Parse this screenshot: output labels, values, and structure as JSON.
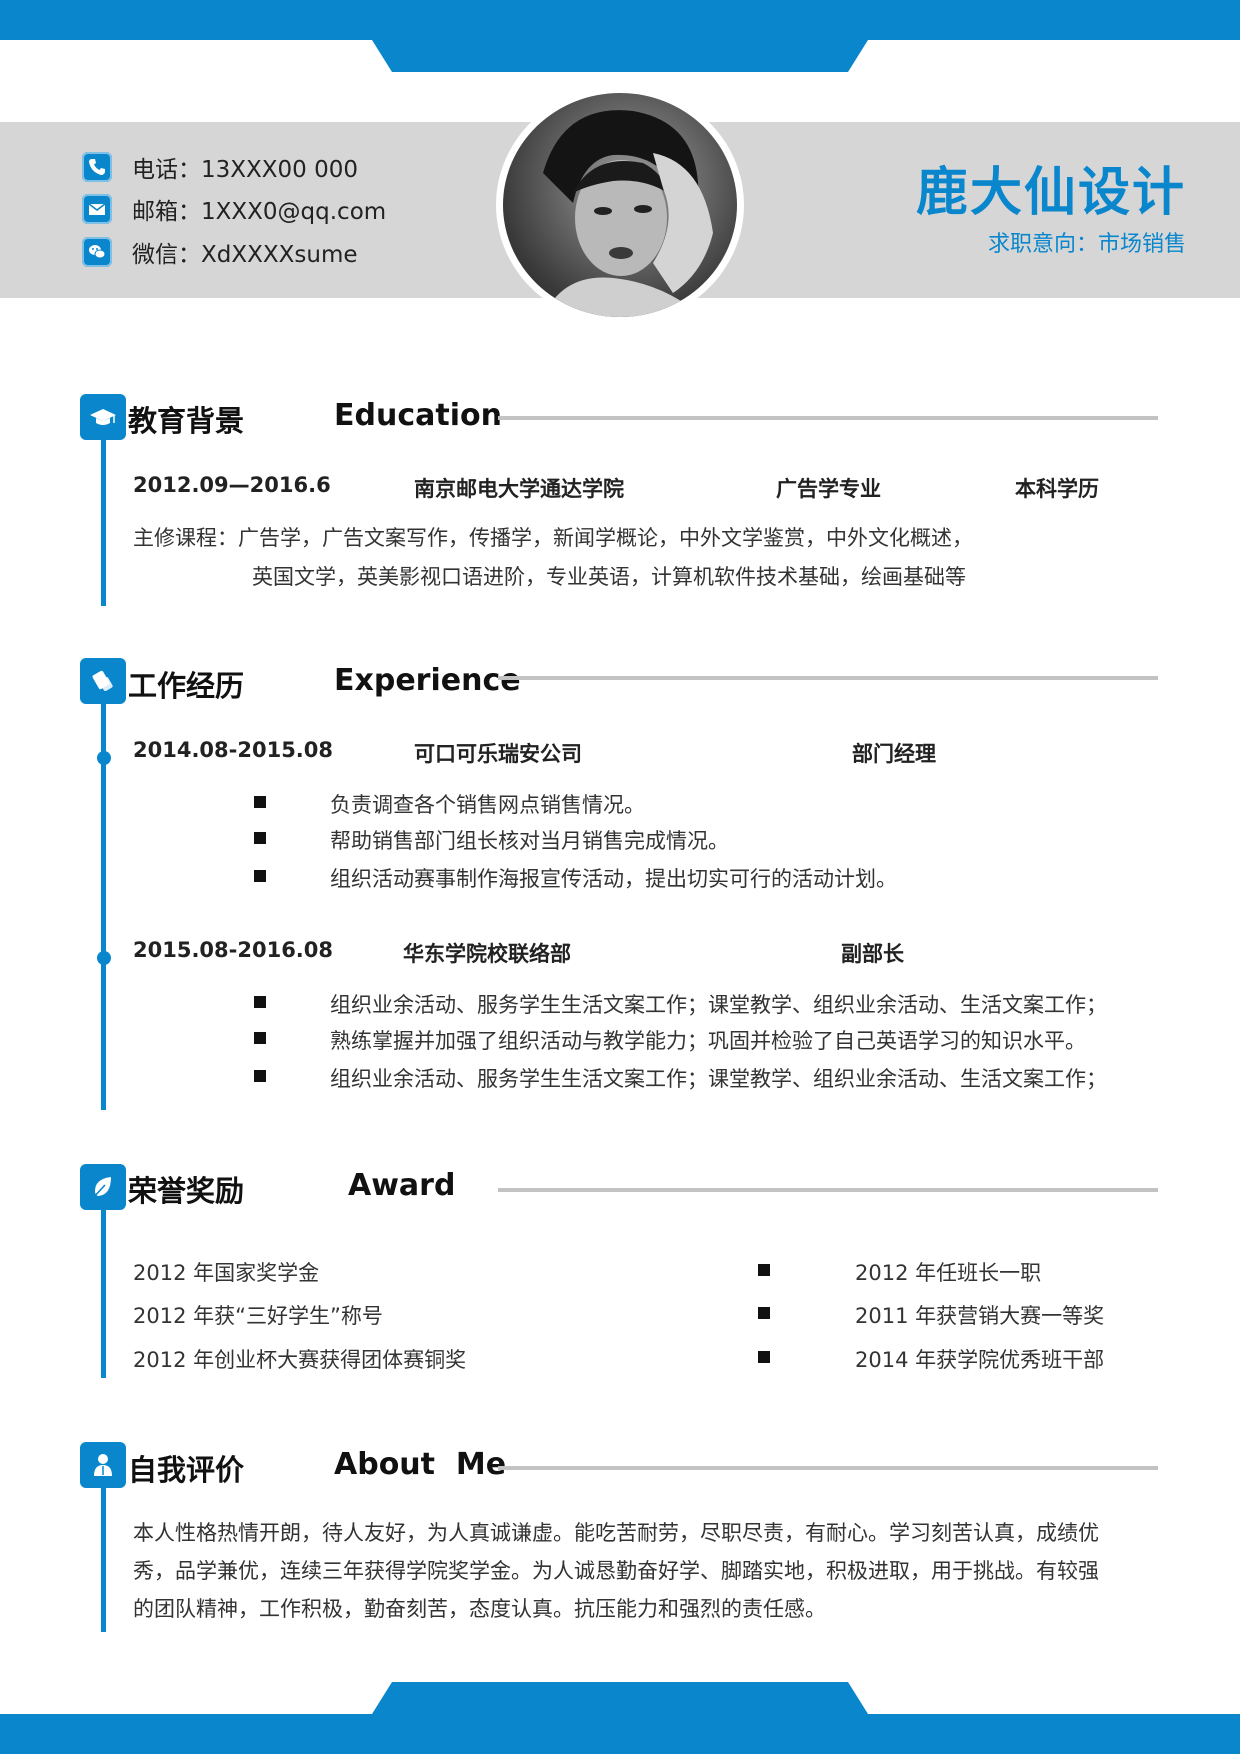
{
  "header": {
    "name": "鹿大仙设计",
    "intent": "求职意向：市场销售",
    "contacts": [
      {
        "icon": "phone-icon",
        "text": "电话：13XXX00  000"
      },
      {
        "icon": "mail-icon",
        "text": "邮箱：1XXX0@qq.com"
      },
      {
        "icon": "wechat-icon",
        "text": "微信：XdXXXXsume"
      }
    ]
  },
  "education": {
    "title_cn": "教育背景",
    "title_en": "Education",
    "period": "2012.09—2016.6",
    "school": "南京邮电大学通达学院",
    "major": "广告学专业",
    "degree": "本科学历",
    "courses_line1": "主修课程：广告学，广告文案写作，传播学，新闻学概论，中外文学鉴赏，中外文化概述，",
    "courses_line2": "英国文学，英美影视口语进阶，专业英语，计算机软件技术基础，绘画基础等"
  },
  "experience": {
    "title_cn": "工作经历",
    "title_en": "Experience",
    "jobs": [
      {
        "period": "2014.08-2015.08",
        "company": "可口可乐瑞安公司",
        "role": "部门经理",
        "duties": [
          "负责调查各个销售网点销售情况。",
          "帮助销售部门组长核对当月销售完成情况。",
          "组织活动赛事制作海报宣传活动，提出切实可行的活动计划。"
        ]
      },
      {
        "period": "2015.08-2016.08",
        "company": "华东学院校联络部",
        "role": "副部长",
        "duties": [
          "组织业余活动、服务学生生活文案工作；课堂教学、组织业余活动、生活文案工作；",
          "熟练掌握并加强了组织活动与教学能力；巩固并检验了自己英语学习的知识水平。",
          "组织业余活动、服务学生生活文案工作；课堂教学、组织业余活动、生活文案工作；"
        ]
      }
    ]
  },
  "award": {
    "title_cn": "荣誉奖励",
    "title_en": "Award",
    "left": [
      "2012 年国家奖学金",
      "2012 年获“三好学生”称号",
      "2012 年创业杯大赛获得团体赛铜奖"
    ],
    "right": [
      "2012 年任班长一职",
      "2011 年获营销大赛一等奖",
      "2014 年获学院优秀班干部"
    ]
  },
  "about": {
    "title_cn": "自我评价",
    "title_en": "About  Me",
    "lines": [
      "本人性格热情开朗，待人友好，为人真诚谦虚。能吃苦耐劳，尽职尽责，有耐心。学习刻苦认真，成绩优",
      "秀，品学兼优，连续三年获得学院奖学金。为人诚恳勤奋好学、脚踏实地，积极进取，用于挑战。有较强",
      "的团队精神，工作积极，勤奋刻苦，态度认真。抗压能力和强烈的责任感。"
    ]
  },
  "colors": {
    "accent": "#0a86cc",
    "header_bg": "#d6d6d6",
    "rule": "#c3c3c3"
  }
}
